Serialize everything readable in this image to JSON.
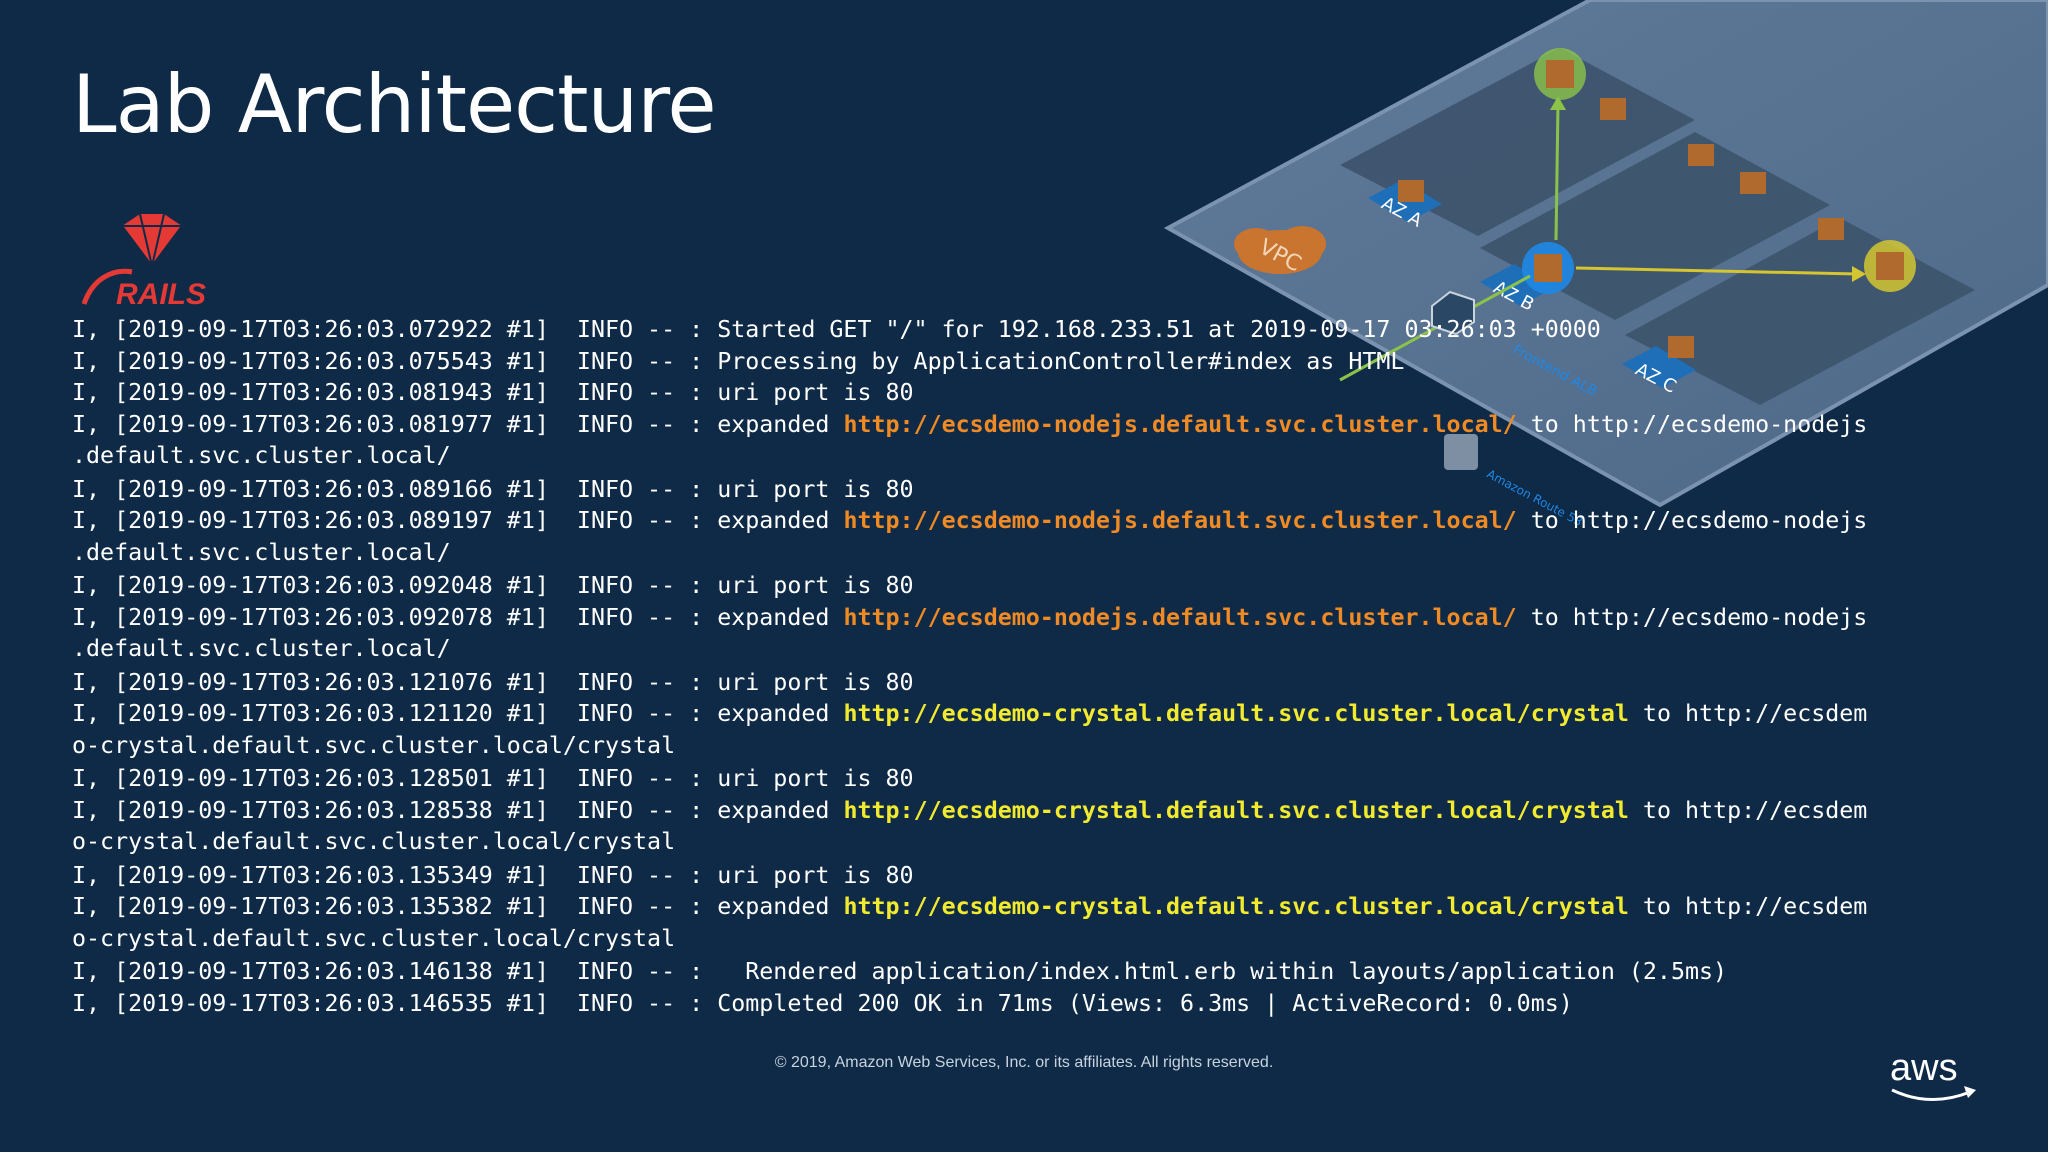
{
  "slide": {
    "title": "Lab Architecture",
    "footer": "© 2019, Amazon Web Services, Inc. or its affiliates. All rights reserved."
  },
  "diagram": {
    "vpc_label": "VPC",
    "az_a": "AZ A",
    "az_b": "AZ B",
    "az_c": "AZ C",
    "alb_label": "Frontend ALB",
    "route53_label": "Amazon Route 53"
  },
  "logos": {
    "rails": "RAILS",
    "aws": "aws"
  },
  "log": {
    "lines": [
      {
        "prefix": "I, [2019-09-17T03:26:03.072922 #1]  INFO -- : Started GET \"/\" for 192.168.233.51 at 2019-09-17 03:26:03 +0000"
      },
      {
        "prefix": "I, [2019-09-17T03:26:03.075543 #1]  INFO -- : Processing by ApplicationController#index as HTML"
      },
      {
        "prefix": "I, [2019-09-17T03:26:03.081943 #1]  INFO -- : uri port is 80"
      },
      {
        "prefix": "I, [2019-09-17T03:26:03.081977 #1]  INFO -- : expanded ",
        "url": "http://ecsdemo-nodejs.default.svc.cluster.local/",
        "color": "orange",
        "suffix": " to http://ecsdemo-nodejs",
        "wrap": ".default.svc.cluster.local/"
      },
      {
        "prefix": "I, [2019-09-17T03:26:03.089166 #1]  INFO -- : uri port is 80"
      },
      {
        "prefix": "I, [2019-09-17T03:26:03.089197 #1]  INFO -- : expanded ",
        "url": "http://ecsdemo-nodejs.default.svc.cluster.local/",
        "color": "orange",
        "suffix": " to http://ecsdemo-nodejs",
        "wrap": ".default.svc.cluster.local/"
      },
      {
        "prefix": "I, [2019-09-17T03:26:03.092048 #1]  INFO -- : uri port is 80"
      },
      {
        "prefix": "I, [2019-09-17T03:26:03.092078 #1]  INFO -- : expanded ",
        "url": "http://ecsdemo-nodejs.default.svc.cluster.local/",
        "color": "orange",
        "suffix": " to http://ecsdemo-nodejs",
        "wrap": ".default.svc.cluster.local/"
      },
      {
        "prefix": "I, [2019-09-17T03:26:03.121076 #1]  INFO -- : uri port is 80"
      },
      {
        "prefix": "I, [2019-09-17T03:26:03.121120 #1]  INFO -- : expanded ",
        "url": "http://ecsdemo-crystal.default.svc.cluster.local/crystal",
        "color": "yellow",
        "suffix": " to http://ecsdem",
        "wrap": "o-crystal.default.svc.cluster.local/crystal"
      },
      {
        "prefix": "I, [2019-09-17T03:26:03.128501 #1]  INFO -- : uri port is 80"
      },
      {
        "prefix": "I, [2019-09-17T03:26:03.128538 #1]  INFO -- : expanded ",
        "url": "http://ecsdemo-crystal.default.svc.cluster.local/crystal",
        "color": "yellow",
        "suffix": " to http://ecsdem",
        "wrap": "o-crystal.default.svc.cluster.local/crystal"
      },
      {
        "prefix": "I, [2019-09-17T03:26:03.135349 #1]  INFO -- : uri port is 80"
      },
      {
        "prefix": "I, [2019-09-17T03:26:03.135382 #1]  INFO -- : expanded ",
        "url": "http://ecsdemo-crystal.default.svc.cluster.local/crystal",
        "color": "yellow",
        "suffix": " to http://ecsdem",
        "wrap": "o-crystal.default.svc.cluster.local/crystal"
      },
      {
        "prefix": "I, [2019-09-17T03:26:03.146138 #1]  INFO -- :   Rendered application/index.html.erb within layouts/application (2.5ms)"
      },
      {
        "prefix": "I, [2019-09-17T03:26:03.146535 #1]  INFO -- : Completed 200 OK in 71ms (Views: 6.3ms | ActiveRecord: 0.0ms)"
      }
    ]
  }
}
